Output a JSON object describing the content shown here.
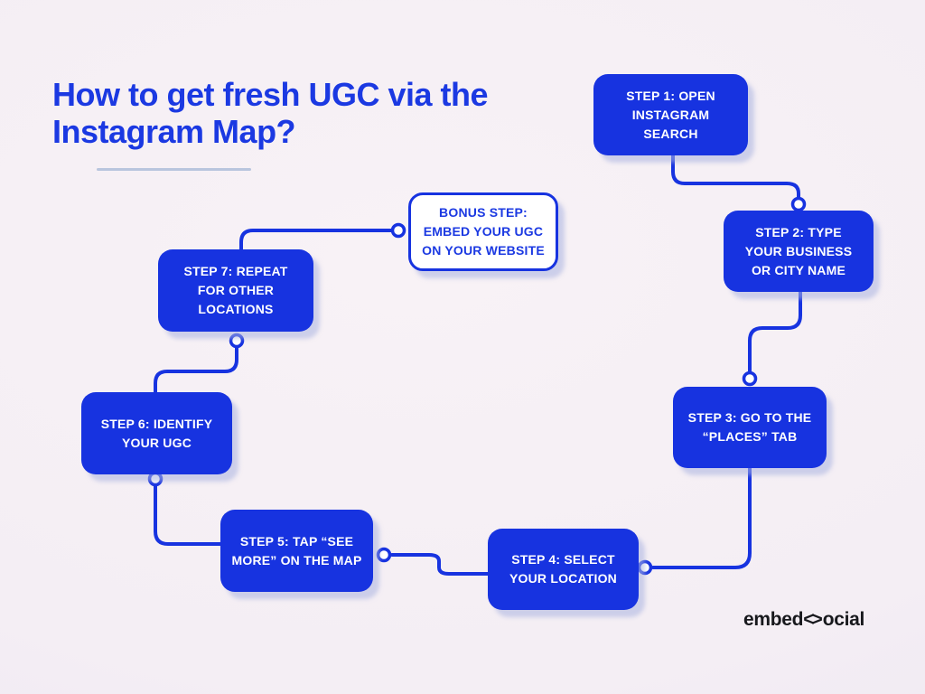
{
  "title": {
    "line1": "How to get fresh UGC via the",
    "line2": "Instagram Map?"
  },
  "steps": [
    {
      "name": "step-1",
      "label": "STEP 1: OPEN\nINSTAGRAM\nSEARCH",
      "style": "solid"
    },
    {
      "name": "step-2",
      "label": "STEP 2: TYPE\nYOUR BUSINESS\nOR CITY NAME",
      "style": "solid"
    },
    {
      "name": "step-3",
      "label": "STEP 3: GO TO THE\n“PLACES” TAB",
      "style": "solid"
    },
    {
      "name": "step-4",
      "label": "STEP 4: SELECT\nYOUR LOCATION",
      "style": "solid"
    },
    {
      "name": "step-5",
      "label": "STEP 5: TAP “SEE\nMORE” ON THE MAP",
      "style": "solid"
    },
    {
      "name": "step-6",
      "label": "STEP 6: IDENTIFY\nYOUR UGC",
      "style": "solid"
    },
    {
      "name": "step-7",
      "label": "STEP 7: REPEAT\nFOR OTHER\nLOCATIONS",
      "style": "solid"
    },
    {
      "name": "bonus-step",
      "label": "BONUS STEP:\nEMBED YOUR UGC\nON YOUR WEBSITE",
      "style": "outline"
    }
  ],
  "logo": {
    "prefix": "embed",
    "glyph": "<>",
    "suffix": "ocial"
  },
  "colors": {
    "primary_blue": "#1733E0",
    "title_blue": "#1B39E2",
    "box_text_white": "#FFFFFF",
    "background_tint": "#F4EEF4",
    "box_shadow": "#AAB3E0",
    "underline_gray_blue": "#B9C5DE",
    "logo_black": "#17181C"
  }
}
